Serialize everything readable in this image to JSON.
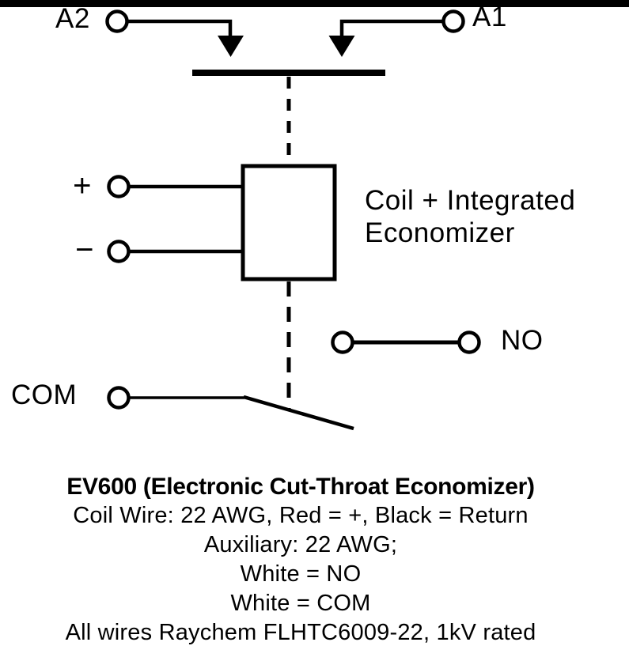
{
  "diagram": {
    "terminals": {
      "a2": "A2",
      "a1": "A1",
      "plus": "+",
      "minus": "−",
      "no": "NO",
      "com": "COM"
    },
    "coil_label_line1": "Coil + Integrated",
    "coil_label_line2": "Economizer",
    "colors": {
      "line": "#000000",
      "background": "#ffffff"
    }
  },
  "notes": {
    "title": "EV600 (Electronic Cut-Throat Economizer)",
    "line1": "Coil Wire: 22 AWG, Red = +, Black = Return",
    "line2": "Auxiliary: 22 AWG;",
    "line3": "White = NO",
    "line4": "White = COM",
    "line5": "All wires Raychem FLHTC6009-22, 1kV rated"
  }
}
